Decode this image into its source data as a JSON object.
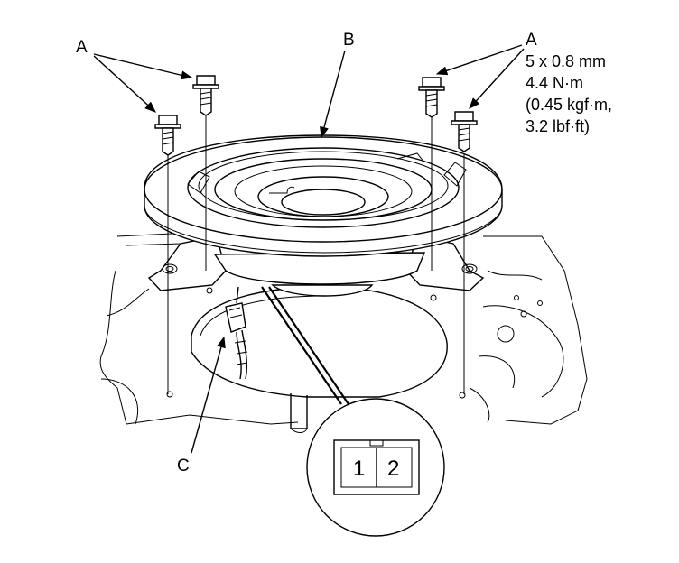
{
  "labels": {
    "a_left": "A",
    "a_right": "A",
    "b": "B",
    "c": "C"
  },
  "spec": {
    "line1": "5 x 0.8 mm",
    "line2": "4.4 N·m",
    "line3": "(0.45 kgf·m,",
    "line4": "3.2 lbf·ft)"
  },
  "connector": {
    "pin1": "1",
    "pin2": "2"
  }
}
